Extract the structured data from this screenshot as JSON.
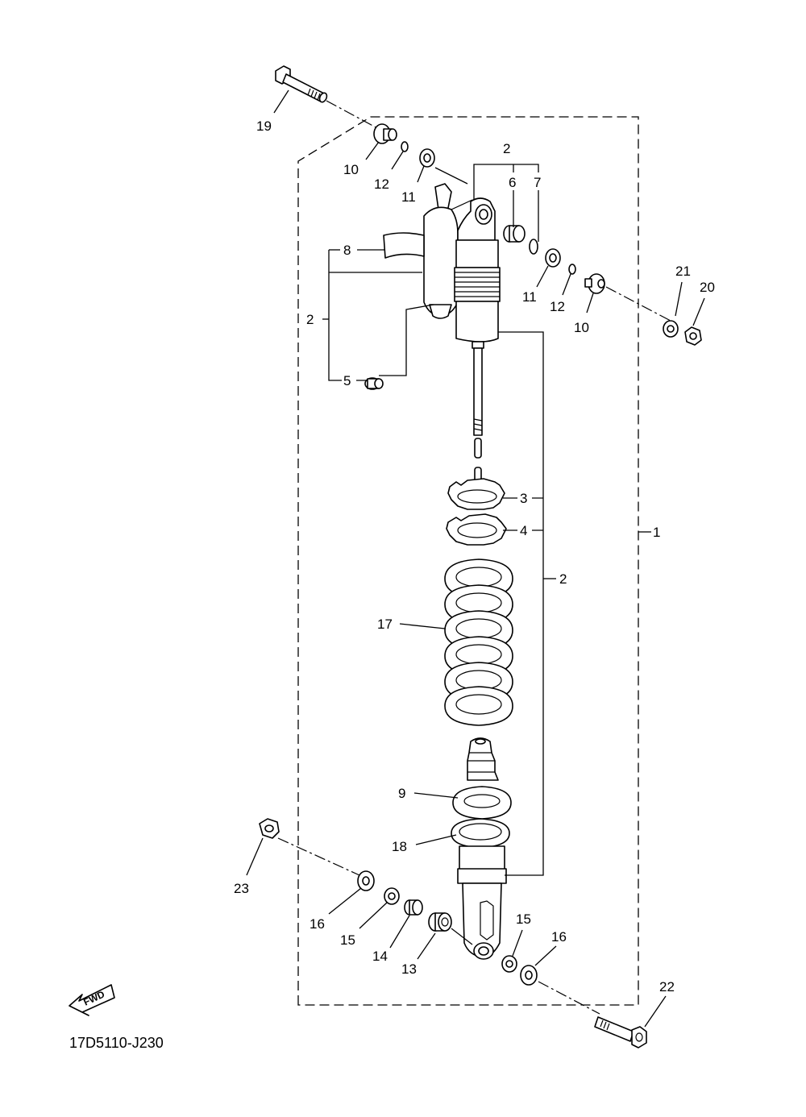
{
  "diagram": {
    "code": "17D5110-J230",
    "fwd_label": "FWD",
    "callouts": [
      {
        "id": "c19",
        "text": "19"
      },
      {
        "id": "c10a",
        "text": "10"
      },
      {
        "id": "c12a",
        "text": "12"
      },
      {
        "id": "c11a",
        "text": "11"
      },
      {
        "id": "c2a",
        "text": "2"
      },
      {
        "id": "c6",
        "text": "6"
      },
      {
        "id": "c7",
        "text": "7"
      },
      {
        "id": "c8",
        "text": "8"
      },
      {
        "id": "c2b",
        "text": "2"
      },
      {
        "id": "c5",
        "text": "5"
      },
      {
        "id": "c11b",
        "text": "11"
      },
      {
        "id": "c12b",
        "text": "12"
      },
      {
        "id": "c10b",
        "text": "10"
      },
      {
        "id": "c21",
        "text": "21"
      },
      {
        "id": "c20",
        "text": "20"
      },
      {
        "id": "c3",
        "text": "3"
      },
      {
        "id": "c4",
        "text": "4"
      },
      {
        "id": "c1",
        "text": "1"
      },
      {
        "id": "c2c",
        "text": "2"
      },
      {
        "id": "c17",
        "text": "17"
      },
      {
        "id": "c9",
        "text": "9"
      },
      {
        "id": "c18",
        "text": "18"
      },
      {
        "id": "c23",
        "text": "23"
      },
      {
        "id": "c16a",
        "text": "16"
      },
      {
        "id": "c15a",
        "text": "15"
      },
      {
        "id": "c14",
        "text": "14"
      },
      {
        "id": "c13",
        "text": "13"
      },
      {
        "id": "c15b",
        "text": "15"
      },
      {
        "id": "c16b",
        "text": "16"
      },
      {
        "id": "c22",
        "text": "22"
      }
    ]
  }
}
